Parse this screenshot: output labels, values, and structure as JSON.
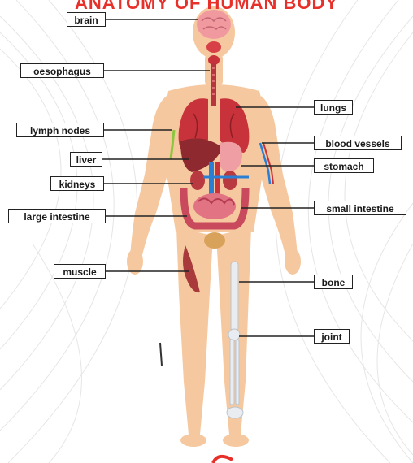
{
  "title": "ANATOMY OF HUMAN BODY",
  "colors": {
    "skin": "#f6c89f",
    "organ_red": "#c8323a",
    "organ_pink": "#e77f86",
    "intestine": "#d9536a",
    "bone": "#e9edf2",
    "blood_blue": "#2a7fd4",
    "lymph_green": "#8cc63f",
    "label_border": "#222222",
    "title_red": "#e8302b"
  },
  "labels": {
    "brain": "brain",
    "oesophagus": "oesophagus",
    "lungs": "lungs",
    "lymph_nodes": "lymph nodes",
    "blood_vessels": "blood vessels",
    "liver": "liver",
    "stomach": "stomach",
    "kidneys": "kidneys",
    "small_intestine": "small intestine",
    "large_intestine": "large intestine",
    "muscle": "muscle",
    "bone": "bone",
    "joint": "joint"
  }
}
